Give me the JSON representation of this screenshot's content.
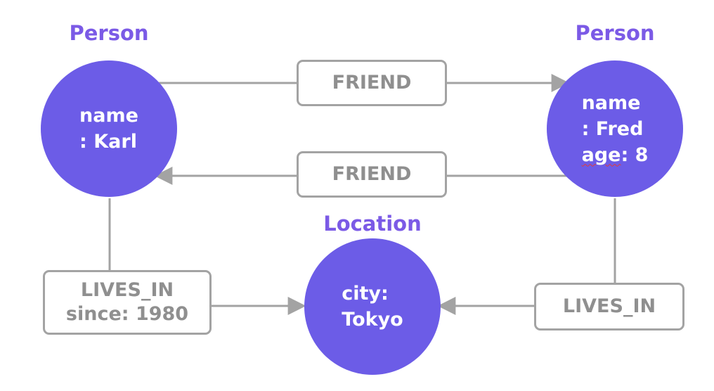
{
  "colors": {
    "node_fill": "#6c5ce7",
    "label_text": "#7b5ae6",
    "edge": "#a3a3a3",
    "rel_text": "#8f8f8f"
  },
  "nodes": {
    "karl": {
      "label": "Person",
      "props": [
        "name",
        ": Karl"
      ]
    },
    "fred": {
      "label": "Person",
      "props": [
        "name",
        ": Fred",
        "age",
        ": 8"
      ]
    },
    "tokyo": {
      "label": "Location",
      "props": [
        "city:",
        "Tokyo"
      ]
    }
  },
  "relationships": {
    "friend_top": {
      "lines": [
        "FRIEND"
      ]
    },
    "friend_bottom": {
      "lines": [
        "FRIEND"
      ]
    },
    "lives_in_karl": {
      "lines": [
        "LIVES_IN",
        "since: 1980"
      ]
    },
    "lives_in_fred": {
      "lines": [
        "LIVES_IN"
      ]
    }
  }
}
